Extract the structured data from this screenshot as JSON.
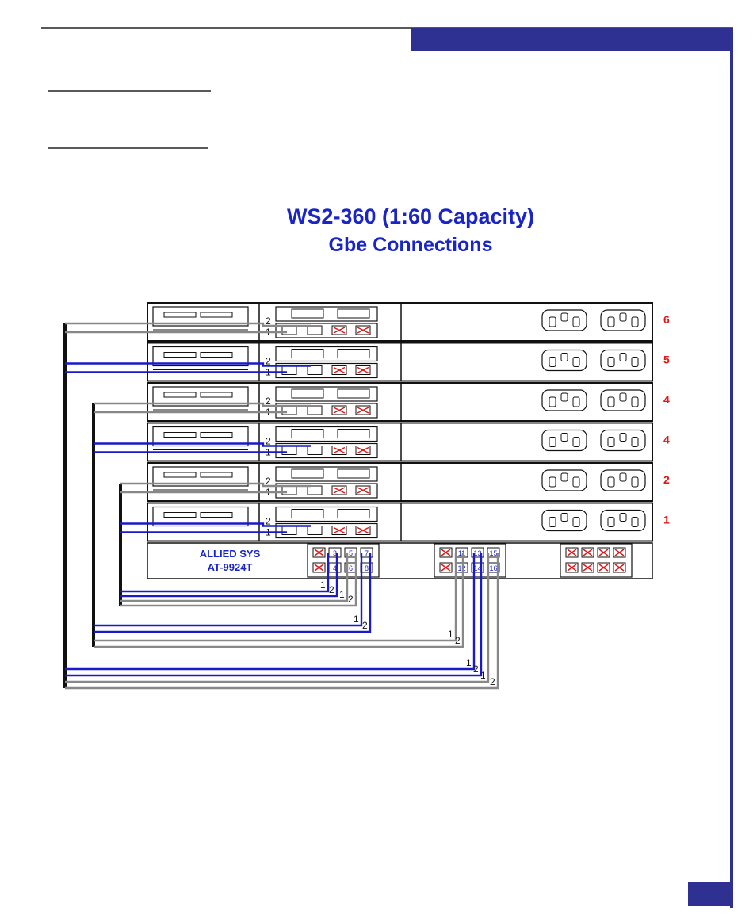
{
  "diagram": {
    "title_line1": "WS2-360 (1:60 Capacity)",
    "title_line2": "Gbe Connections",
    "colors": {
      "accent": "#2e3192",
      "blue_cable": "#1a1acc",
      "gray_cable": "#888888",
      "red": "#e01818",
      "text_blue": "#1a25c8"
    },
    "switch": {
      "brand": "ALLIED SYS",
      "model": "AT-9924T"
    },
    "units": [
      {
        "label": "6",
        "cable_color": "gray"
      },
      {
        "label": "5",
        "cable_color": "blue"
      },
      {
        "label": "4",
        "cable_color": "gray"
      },
      {
        "label": "4",
        "cable_color": "blue"
      },
      {
        "label": "2",
        "cable_color": "gray"
      },
      {
        "label": "1",
        "cable_color": "blue"
      }
    ],
    "connector_labels": [
      "2",
      "1"
    ],
    "port_blocks": [
      [
        {
          "label": "",
          "disabled": true
        },
        {
          "label": "3",
          "disabled": false
        },
        {
          "label": "5",
          "disabled": false
        },
        {
          "label": "7",
          "disabled": false
        },
        {
          "label": "",
          "disabled": true
        },
        {
          "label": "4",
          "disabled": false
        },
        {
          "label": "6",
          "disabled": false
        },
        {
          "label": "8",
          "disabled": false
        }
      ],
      [
        {
          "label": "",
          "disabled": true
        },
        {
          "label": "11",
          "disabled": false
        },
        {
          "label": "13",
          "disabled": false
        },
        {
          "label": "15",
          "disabled": false
        },
        {
          "label": "",
          "disabled": true
        },
        {
          "label": "12",
          "disabled": false
        },
        {
          "label": "14",
          "disabled": false
        },
        {
          "label": "16",
          "disabled": false
        }
      ],
      [
        {
          "label": "",
          "disabled": true
        },
        {
          "label": "",
          "disabled": true
        },
        {
          "label": "",
          "disabled": true
        },
        {
          "label": "",
          "disabled": true
        },
        {
          "label": "",
          "disabled": true
        },
        {
          "label": "",
          "disabled": true
        },
        {
          "label": "",
          "disabled": true
        },
        {
          "label": "",
          "disabled": true
        }
      ]
    ],
    "wire_groups": [
      {
        "color": "gray",
        "labels": [
          "1",
          "2",
          "1",
          "2"
        ]
      },
      {
        "color": "blue",
        "labels": [
          "1",
          "2",
          "1",
          "2"
        ]
      },
      {
        "color": "gray",
        "labels": [
          "1",
          "2",
          "1",
          "2"
        ]
      }
    ]
  }
}
